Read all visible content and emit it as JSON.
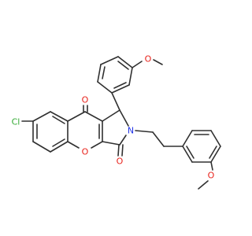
{
  "molecule": {
    "atoms": {
      "chlorine": {
        "text": "Cl",
        "color": "#33aa33"
      },
      "ketone_oxygen": {
        "text": "O",
        "color": "#e8221b"
      },
      "ring_oxygen": {
        "text": "O",
        "color": "#e8221b"
      },
      "lactam_oxygen": {
        "text": "O",
        "color": "#e8221b"
      },
      "nitrogen": {
        "text": "N",
        "color": "#2234e8"
      },
      "methoxy_oxygen_top": {
        "text": "O",
        "color": "#e8221b"
      },
      "methoxy_oxygen_right": {
        "text": "O",
        "color": "#e8221b"
      }
    },
    "bond_color": "#303030"
  }
}
